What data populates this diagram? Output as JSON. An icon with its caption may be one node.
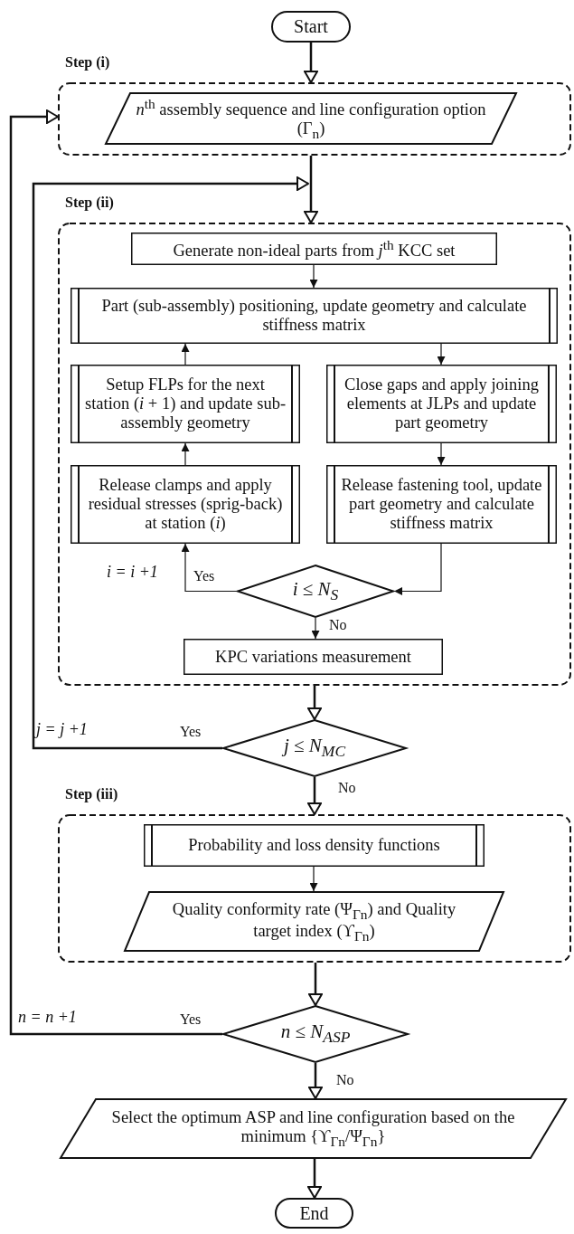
{
  "diagram": {
    "nodes": [
      {
        "text": [
          "Start"
        ]
      },
      {
        "text": [
          "Step (i)"
        ]
      },
      {
        "text": [
          "*n*$^{th}$ assembly sequence and line configuration option (Γ$_{n}$)"
        ],
        "in": 1
      },
      {
        "text": [
          "Step (ii)"
        ]
      },
      {
        "text": [
          "Generate non-ideal parts from *j*$^{th}$ KCC set"
        ],
        "in": 3
      },
      {
        "text": [
          "Part (sub-assembly) positioning, update geometry and calculate stiffness matrix"
        ],
        "in": 3
      },
      {
        "text": [
          "Setup FLPs for the next station (*i* + 1) and update sub-assembly geometry"
        ],
        "in": 3
      },
      {
        "text": [
          "Close gaps and apply joining elements at JLPs and update part geometry"
        ],
        "in": 3
      },
      {
        "text": [
          "Release clamps and apply residual stresses (sprig-back) at station (*i*)"
        ],
        "in": 3
      },
      {
        "text": [
          "Release fastening tool, update part geometry and calculate stiffness matrix"
        ],
        "in": 3
      },
      {
        "text": [
          "i ≤ N$_{S}$"
        ],
        "in": 3
      },
      {
        "text": [
          "KPC variations measurement"
        ],
        "in": 3
      },
      {
        "text": [
          "j ≤ N$_{MC}$"
        ]
      },
      {
        "text": [
          "Step (iii)"
        ]
      },
      {
        "text": [
          "Probability and loss density functions"
        ],
        "in": 13
      },
      {
        "text": [
          "Quality conformity rate (Ψ$_{Γn}$) and Quality target index (ϒ$_{Γn}$)"
        ],
        "in": 13
      },
      {
        "text": [
          "n ≤ N$_{ASP}$"
        ]
      },
      {
        "text": [
          "Select the optimum ASP and line configuration based on the minimum {ϒ$_{Γn}$/Ψ$_{Γn}$}"
        ]
      },
      {
        "text": [
          "End"
        ]
      }
    ],
    "edges": [
      {
        "from": 0,
        "to": 1,
        "arrow": "to"
      },
      {
        "from": 1,
        "to": 3,
        "arrow": "to"
      },
      {
        "from": 4,
        "to": 5,
        "arrow": "to"
      },
      {
        "from": 5,
        "to": 7,
        "arrow": "to"
      },
      {
        "from": 7,
        "to": 9,
        "arrow": "to"
      },
      {
        "from": 9,
        "to": 10,
        "arrow": "to"
      },
      {
        "from": 10,
        "to": 8,
        "arrow": "to",
        "label": "Yes"
      },
      {
        "from": 8,
        "to": 6,
        "arrow": "to"
      },
      {
        "from": 6,
        "to": 5,
        "arrow": "to"
      },
      {
        "from": 10,
        "to": 11,
        "arrow": "to",
        "label": "No"
      },
      {
        "from": 3,
        "to": 12,
        "arrow": "to"
      },
      {
        "from": 12,
        "to": 3,
        "arrow": "to",
        "label": "Yes"
      },
      {
        "from": 12,
        "to": 13,
        "arrow": "to",
        "label": "No"
      },
      {
        "from": 14,
        "to": 15,
        "arrow": "to"
      },
      {
        "from": 13,
        "to": 16,
        "arrow": "to"
      },
      {
        "from": 16,
        "to": 1,
        "arrow": "to",
        "label": "Yes"
      },
      {
        "from": 16,
        "to": 17,
        "arrow": "to",
        "label": "No"
      },
      {
        "from": 17,
        "to": 18,
        "arrow": "to"
      }
    ],
    "labels": [
      "i = i +1",
      "j = j +1",
      "n = n +1"
    ]
  }
}
